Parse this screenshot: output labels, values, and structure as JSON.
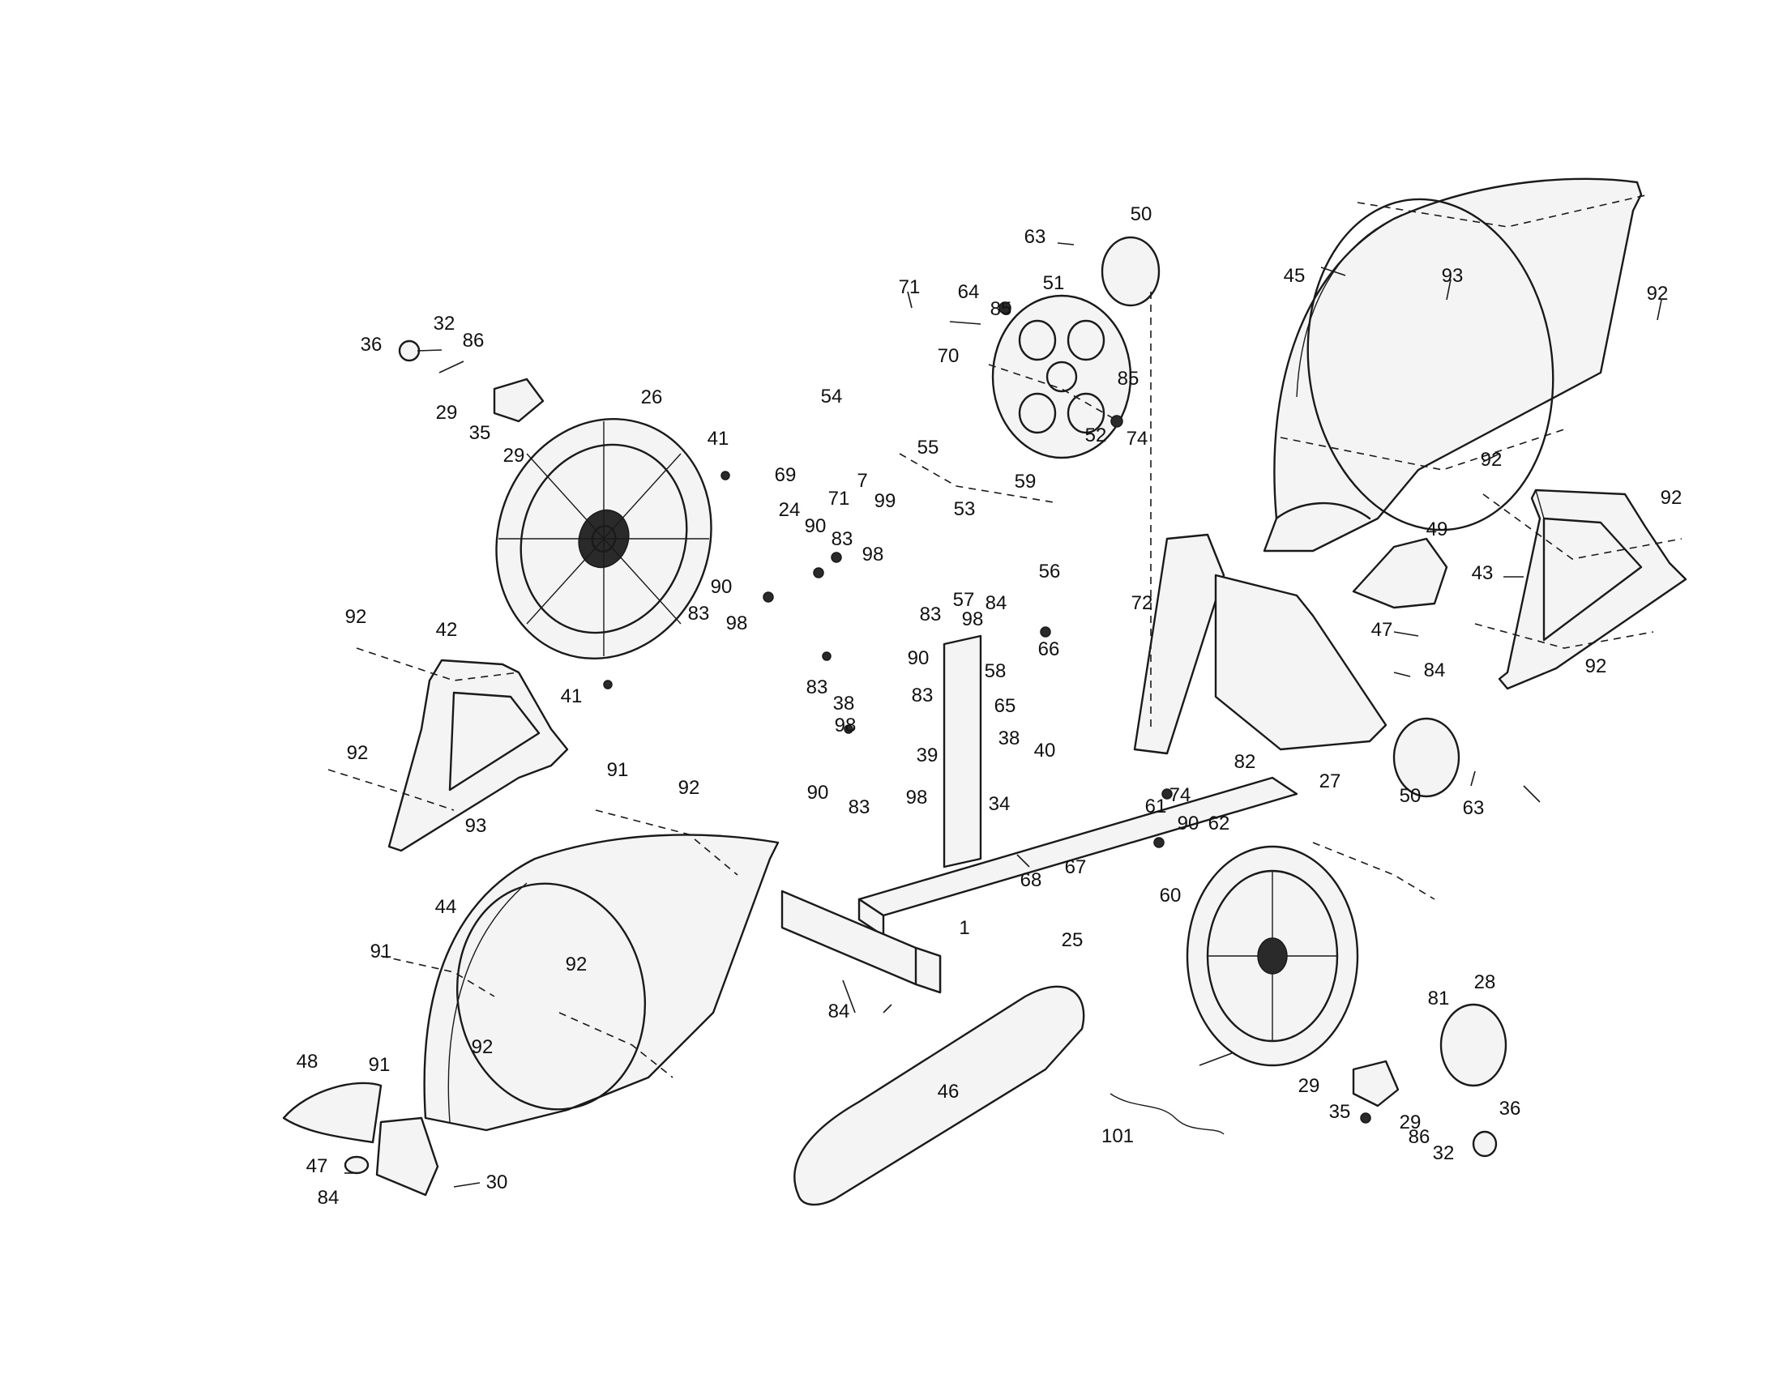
{
  "callouts": [
    {
      "n": "50"
    },
    {
      "n": "63"
    },
    {
      "n": "64"
    },
    {
      "n": "85"
    },
    {
      "n": "51"
    },
    {
      "n": "71"
    },
    {
      "n": "70"
    },
    {
      "n": "85"
    },
    {
      "n": "74"
    },
    {
      "n": "54"
    },
    {
      "n": "55"
    },
    {
      "n": "52"
    },
    {
      "n": "69"
    },
    {
      "n": "7"
    },
    {
      "n": "71"
    },
    {
      "n": "99"
    },
    {
      "n": "59"
    },
    {
      "n": "53"
    },
    {
      "n": "56"
    },
    {
      "n": "36"
    },
    {
      "n": "32"
    },
    {
      "n": "86"
    },
    {
      "n": "29"
    },
    {
      "n": "35"
    },
    {
      "n": "29"
    },
    {
      "n": "26"
    },
    {
      "n": "41"
    },
    {
      "n": "24"
    },
    {
      "n": "90"
    },
    {
      "n": "83"
    },
    {
      "n": "98"
    },
    {
      "n": "90"
    },
    {
      "n": "83"
    },
    {
      "n": "98"
    },
    {
      "n": "83"
    },
    {
      "n": "98"
    },
    {
      "n": "90"
    },
    {
      "n": "83"
    },
    {
      "n": "38"
    },
    {
      "n": "83"
    },
    {
      "n": "98"
    },
    {
      "n": "39"
    },
    {
      "n": "90"
    },
    {
      "n": "83"
    },
    {
      "n": "98"
    },
    {
      "n": "57"
    },
    {
      "n": "84"
    },
    {
      "n": "58"
    },
    {
      "n": "66"
    },
    {
      "n": "65"
    },
    {
      "n": "72"
    },
    {
      "n": "38"
    },
    {
      "n": "40"
    },
    {
      "n": "34"
    },
    {
      "n": "82"
    },
    {
      "n": "74"
    },
    {
      "n": "45"
    },
    {
      "n": "93"
    },
    {
      "n": "92"
    },
    {
      "n": "92"
    },
    {
      "n": "92"
    },
    {
      "n": "43"
    },
    {
      "n": "49"
    },
    {
      "n": "47"
    },
    {
      "n": "84"
    },
    {
      "n": "92"
    },
    {
      "n": "50"
    },
    {
      "n": "63"
    },
    {
      "n": "92"
    },
    {
      "n": "42"
    },
    {
      "n": "41"
    },
    {
      "n": "92"
    },
    {
      "n": "93"
    },
    {
      "n": "91"
    },
    {
      "n": "92"
    },
    {
      "n": "44"
    },
    {
      "n": "91"
    },
    {
      "n": "92"
    },
    {
      "n": "92"
    },
    {
      "n": "48"
    },
    {
      "n": "91"
    },
    {
      "n": "47"
    },
    {
      "n": "84"
    },
    {
      "n": "30"
    },
    {
      "n": "1"
    },
    {
      "n": "84"
    },
    {
      "n": "46"
    },
    {
      "n": "61"
    },
    {
      "n": "90"
    },
    {
      "n": "62"
    },
    {
      "n": "68"
    },
    {
      "n": "67"
    },
    {
      "n": "60"
    },
    {
      "n": "25"
    },
    {
      "n": "27"
    },
    {
      "n": "81"
    },
    {
      "n": "28"
    },
    {
      "n": "101"
    },
    {
      "n": "29"
    },
    {
      "n": "35"
    },
    {
      "n": "29"
    },
    {
      "n": "86"
    },
    {
      "n": "32"
    },
    {
      "n": "36"
    }
  ]
}
